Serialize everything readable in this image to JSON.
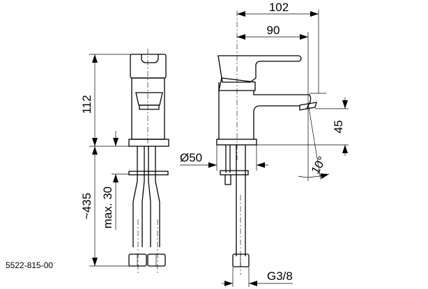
{
  "drawing": {
    "part_number": "5522-815-00",
    "dimensions": {
      "total_height": "112",
      "hose_length": "~435",
      "max_counter_thickness": "max. 30",
      "overall_reach": "102",
      "spout_reach": "90",
      "spout_height": "45",
      "spout_angle": "10°",
      "base_diameter": "Ø50",
      "connection_thread": "G3/8"
    }
  }
}
